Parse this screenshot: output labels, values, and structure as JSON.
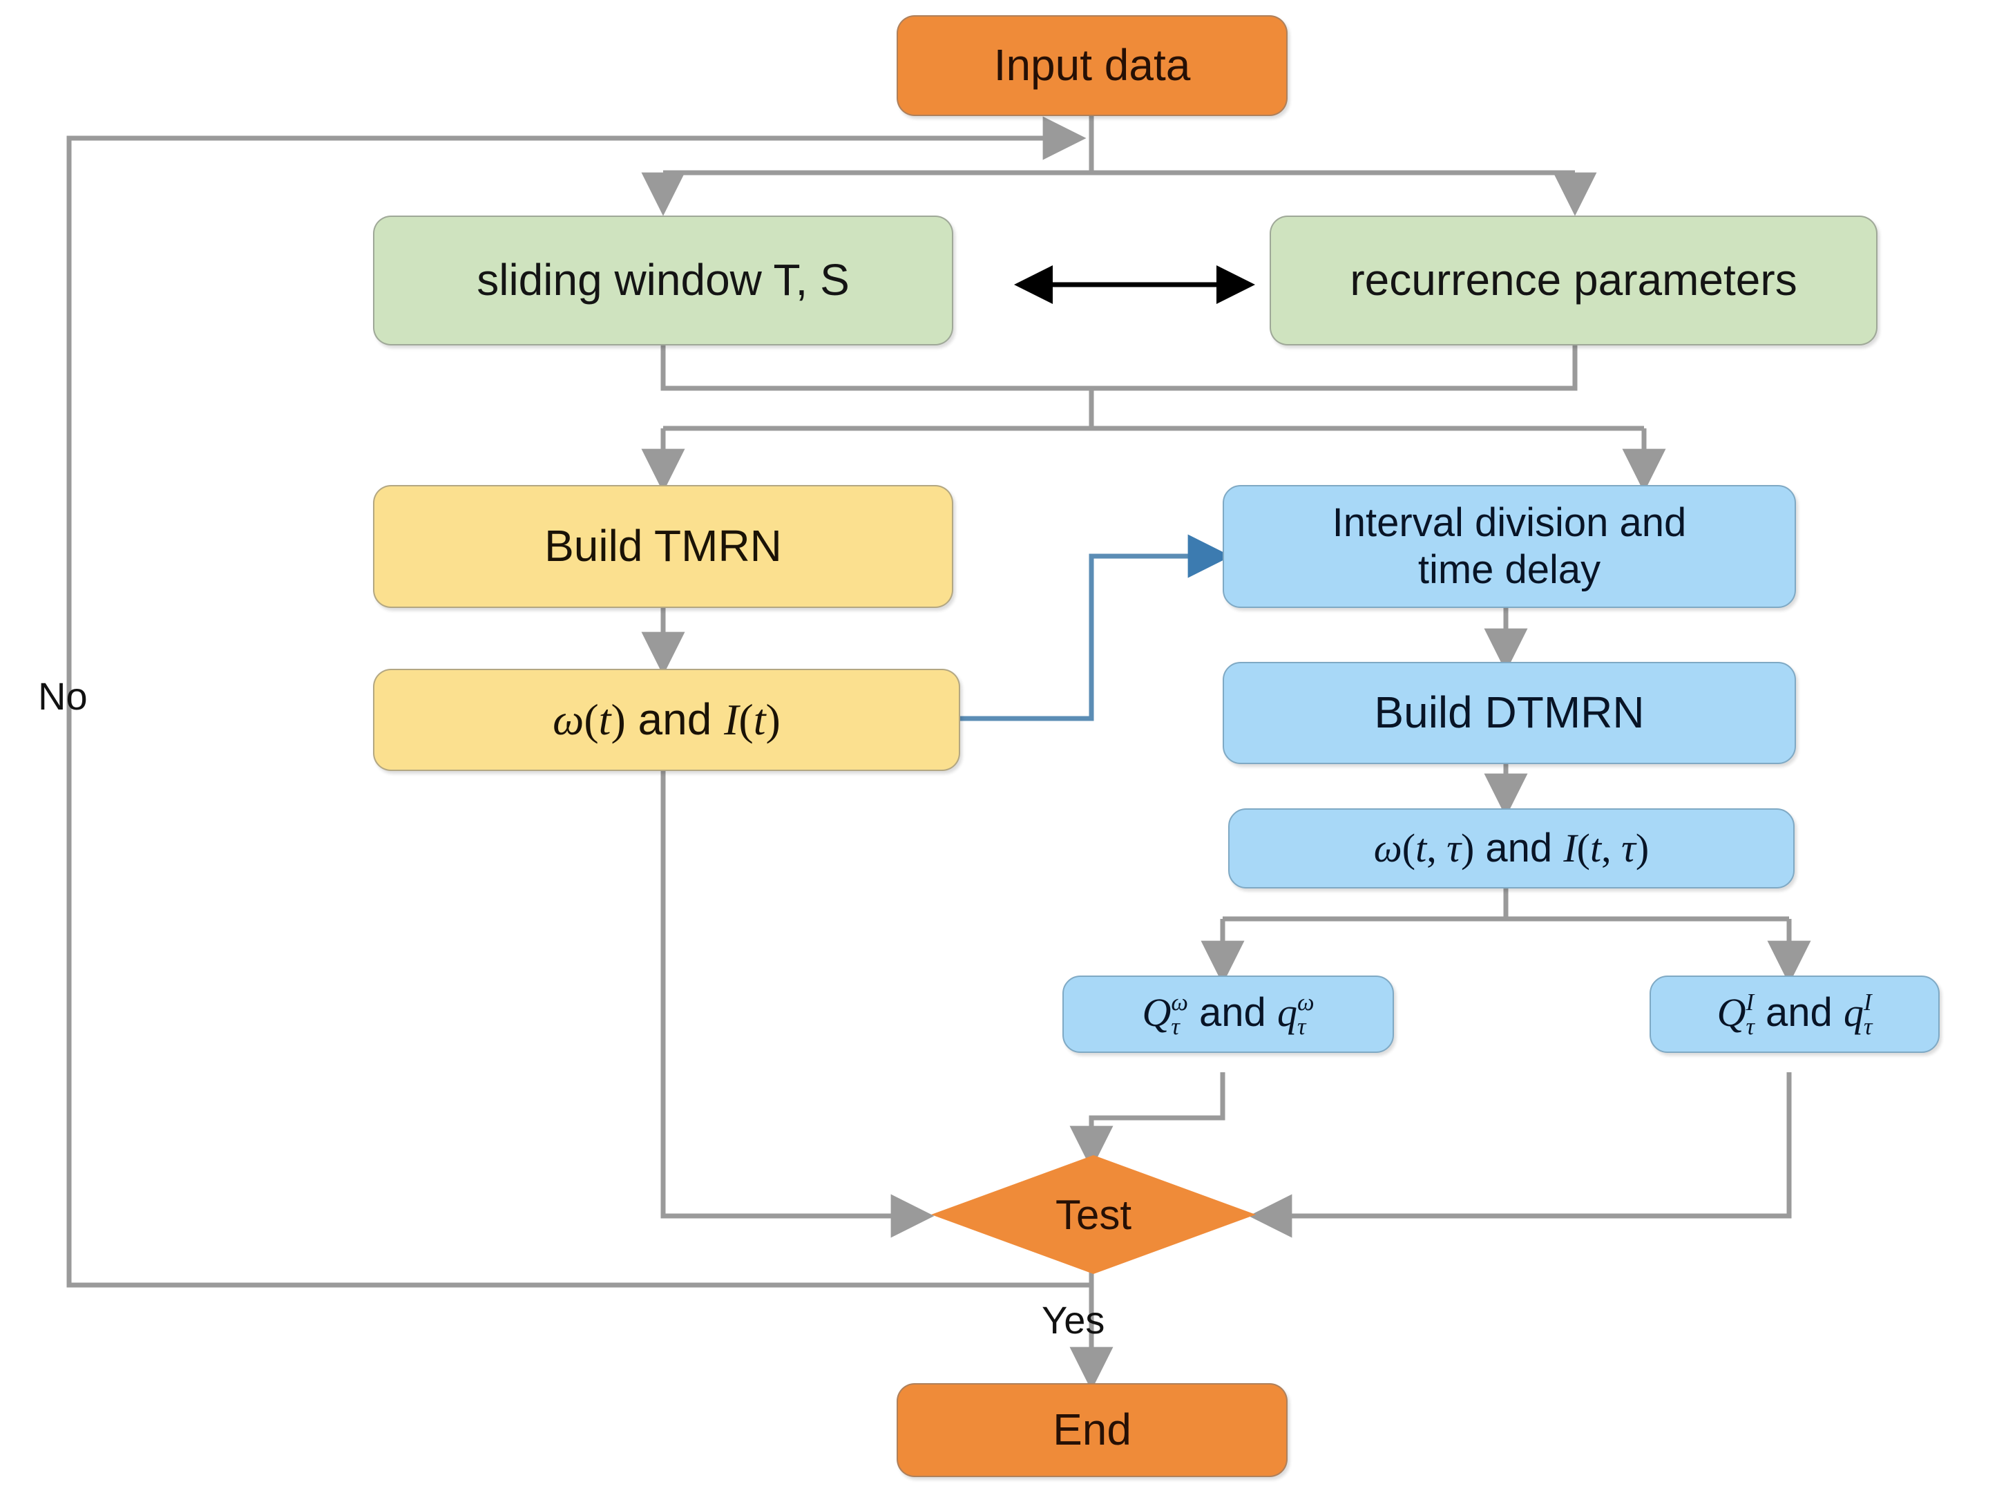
{
  "diagram": {
    "title": "Flowchart of TMRN / DTMRN analysis pipeline",
    "colors": {
      "orange": "#ef8b39",
      "green": "#cfe3bf",
      "yellow": "#fbe08f",
      "blue": "#a8d8f7",
      "connector_gray": "#9a9a9a",
      "connector_blue": "#5b8db5",
      "connector_black": "#000000"
    },
    "nodes": {
      "input": {
        "label": "Input data",
        "shape": "rounded-rect",
        "color": "orange"
      },
      "sliding_window": {
        "label": "sliding window T, S",
        "shape": "rounded-rect",
        "color": "green"
      },
      "recurrence_parameters": {
        "label": "recurrence parameters",
        "shape": "rounded-rect",
        "color": "green"
      },
      "build_tmrn": {
        "label": "Build TMRN",
        "shape": "rounded-rect",
        "color": "yellow"
      },
      "omega_I_t": {
        "label": "ω(t) and I(t)",
        "omega": "ω",
        "var_t": "t",
        "and": "and",
        "var_I": "I",
        "shape": "rounded-rect",
        "color": "yellow"
      },
      "interval_division": {
        "label": "Interval division and time delay",
        "line1": "Interval division and",
        "line2": "time delay",
        "shape": "rounded-rect",
        "color": "blue"
      },
      "build_dtmrn": {
        "label": "Build DTMRN",
        "shape": "rounded-rect",
        "color": "blue"
      },
      "omega_I_t_tau": {
        "label": "ω(t, τ) and I(t, τ)",
        "omega": "ω",
        "args": "(t, τ)",
        "and": "and",
        "var_I": "I",
        "shape": "rounded-rect",
        "color": "blue"
      },
      "Q_omega": {
        "label": "Q_τ^ω and q_τ^ω",
        "big_Q": "Q",
        "small_q": "q",
        "sup": "ω",
        "sub": "τ",
        "and": "and",
        "shape": "rounded-rect",
        "color": "blue"
      },
      "Q_I": {
        "label": "Q_τ^I and q_τ^I",
        "big_Q": "Q",
        "small_q": "q",
        "sup": "I",
        "sub": "τ",
        "and": "and",
        "shape": "rounded-rect",
        "color": "blue"
      },
      "test": {
        "label": "Test",
        "shape": "diamond",
        "color": "orange"
      },
      "end": {
        "label": "End",
        "shape": "rounded-rect",
        "color": "orange"
      }
    },
    "edge_labels": {
      "no": "No",
      "yes": "Yes"
    },
    "edges": [
      {
        "from": "input",
        "to": "sliding_window",
        "kind": "elbow",
        "color": "gray",
        "arrow": "single"
      },
      {
        "from": "input",
        "to": "recurrence_parameters",
        "kind": "elbow",
        "color": "gray",
        "arrow": "single"
      },
      {
        "from": "sliding_window",
        "to": "recurrence_parameters",
        "kind": "straight",
        "color": "black",
        "arrow": "double"
      },
      {
        "from": "sliding_window",
        "to": "build_tmrn",
        "kind": "elbow",
        "color": "gray",
        "arrow": "single"
      },
      {
        "from": "recurrence_parameters",
        "to": "interval_division",
        "kind": "elbow",
        "color": "gray",
        "arrow": "single"
      },
      {
        "from": "build_tmrn",
        "to": "omega_I_t",
        "kind": "straight",
        "color": "gray",
        "arrow": "single"
      },
      {
        "from": "omega_I_t",
        "to": "interval_division",
        "kind": "elbow",
        "color": "blue",
        "arrow": "single"
      },
      {
        "from": "interval_division",
        "to": "build_dtmrn",
        "kind": "straight",
        "color": "gray",
        "arrow": "single"
      },
      {
        "from": "build_dtmrn",
        "to": "omega_I_t_tau",
        "kind": "straight",
        "color": "gray",
        "arrow": "single"
      },
      {
        "from": "omega_I_t_tau",
        "to": "Q_omega",
        "kind": "elbow",
        "color": "gray",
        "arrow": "single"
      },
      {
        "from": "omega_I_t_tau",
        "to": "Q_I",
        "kind": "elbow",
        "color": "gray",
        "arrow": "single"
      },
      {
        "from": "Q_omega",
        "to": "test",
        "kind": "elbow",
        "color": "gray",
        "arrow": "single"
      },
      {
        "from": "Q_I",
        "to": "test",
        "kind": "elbow",
        "color": "gray",
        "arrow": "single"
      },
      {
        "from": "omega_I_t",
        "to": "test",
        "kind": "elbow",
        "color": "gray",
        "arrow": "single"
      },
      {
        "from": "test",
        "to": "input",
        "kind": "feedback-loop",
        "color": "gray",
        "arrow": "single",
        "label": "No"
      },
      {
        "from": "test",
        "to": "end",
        "kind": "straight",
        "color": "gray",
        "arrow": "single",
        "label": "Yes"
      }
    ]
  }
}
